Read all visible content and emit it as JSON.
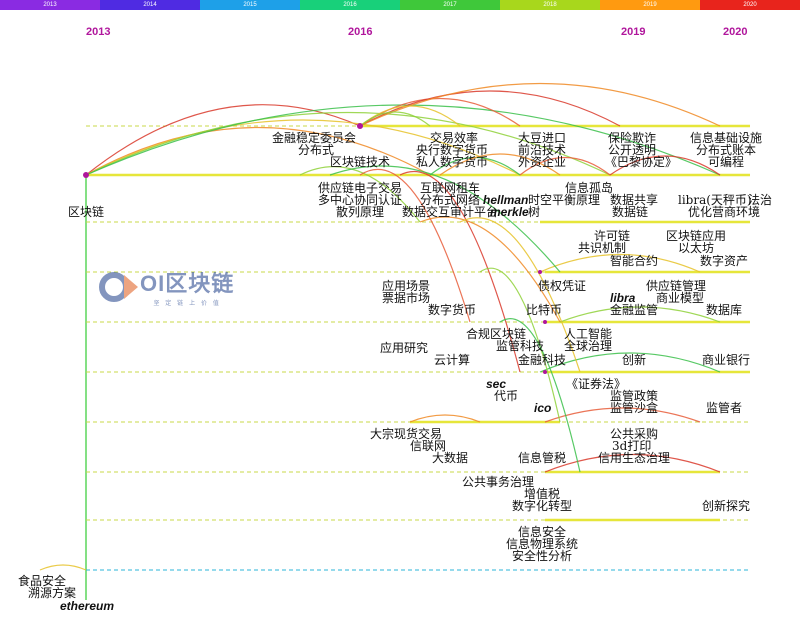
{
  "timeline": {
    "segments": [
      {
        "label": "2013",
        "color": "#8a2be2"
      },
      {
        "label": "2014",
        "color": "#4f2be2"
      },
      {
        "label": "2015",
        "color": "#1ea0e8"
      },
      {
        "label": "2016",
        "color": "#18d07a"
      },
      {
        "label": "2017",
        "color": "#3fc83a"
      },
      {
        "label": "2018",
        "color": "#a8d71c"
      },
      {
        "label": "2019",
        "color": "#ff9a10"
      },
      {
        "label": "2020",
        "color": "#e8241c"
      }
    ],
    "year_labels": [
      "2013",
      "2016",
      "2019",
      "2020"
    ]
  },
  "logo": {
    "title": "OI区块链",
    "tagline": "坚 定 链 上 价 值"
  },
  "keywords": {
    "k01": "区块链",
    "k02": "金融稳定委员会",
    "k03": "分布式",
    "k04": "区块链技术",
    "k05": "交易效率",
    "k06": "央行数字货币",
    "k07": "私人数字货币",
    "k08": "大豆进口",
    "k09": "前沿技术",
    "k10": "外资企业",
    "k11": "保险欺诈",
    "k12": "公开透明",
    "k13": "《巴黎协定》",
    "k14": "信息基础设施",
    "k15": "分布式账本",
    "k16": "可编程",
    "k17": "供应链电子交易",
    "k18": "多中心协同认证",
    "k19": "散列原理",
    "k20": "互联网租车",
    "k21": "分布式网络",
    "k22": "数据交互审计平台",
    "k23": "hellman",
    "k24": "时空平衡原理",
    "k25": "merkle",
    "k26": "树",
    "k27": "信息孤岛",
    "k28": "数据共享",
    "k29": "数据链",
    "k30": "libra(天秤币)",
    "k31": "法治",
    "k32": "优化营商环境",
    "k33": "许可链",
    "k34": "共识机制",
    "k35": "智能合约",
    "k36": "区块链应用",
    "k37": "以太坊",
    "k38": "数字资产",
    "k39": "应用场景",
    "k40": "票据市场",
    "k41": "数字货币",
    "k42": "债权凭证",
    "k43": "libra",
    "k44": "金融监管",
    "k45": "供应链管理",
    "k46": "商业模型",
    "k47": "比特币",
    "k48": "数据库",
    "k49": "合规区块链",
    "k50": "监管科技",
    "k51": "人工智能",
    "k52": "全球治理",
    "k53": "应用研究",
    "k54": "云计算",
    "k55": "金融科技",
    "k56": "创新",
    "k57": "商业银行",
    "k58": "sec",
    "k59": "《证券法》",
    "k60": "代币",
    "k61": "监管政策",
    "k62": "ico",
    "k63": "监管沙盒",
    "k64": "监管者",
    "k65": "大宗现货交易",
    "k66": "公共采购",
    "k67": "信联网",
    "k68": "3d打印",
    "k69": "大数据",
    "k70": "信息管税",
    "k71": "信用生态治理",
    "k72": "公共事务治理",
    "k73": "增值税",
    "k74": "数字化转型",
    "k75": "创新探究",
    "k76": "信息安全",
    "k77": "信息物理系统",
    "k78": "安全性分析",
    "k79": "食品安全",
    "k80": "溯源方案",
    "k81": "ethereum"
  }
}
